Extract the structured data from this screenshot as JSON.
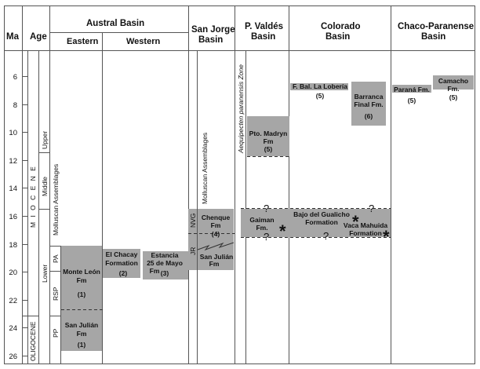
{
  "headers": {
    "ma": "Ma",
    "age": "Age",
    "austral": "Austral Basin",
    "eastern": "Eastern",
    "western": "Western",
    "san_jorge_1": "San Jorge",
    "san_jorge_2": "Basin",
    "valdes_1": "P. Valdés",
    "valdes_2": "Basin",
    "colorado_1": "Colorado",
    "colorado_2": "Basin",
    "chaco_1": "Chaco-Paranense",
    "chaco_2": "Basin"
  },
  "ticks": [
    "6",
    "8",
    "10",
    "12",
    "14",
    "16",
    "18",
    "20",
    "22",
    "24",
    "26"
  ],
  "epochs": {
    "miocene": "M I O C E N E",
    "oligocene": "OLIGOCENE",
    "upper": "Upper",
    "middle": "Middle",
    "lower": "Lower",
    "molluscan": "Molluscan  Assemblages",
    "pa": "PA",
    "rsp": "RSP",
    "pp": "PP"
  },
  "formations": {
    "monte_leon_1": "Monte León",
    "monte_leon_2": "Fm",
    "monte_leon_n": "(1)",
    "san_julian_1": "San Julián",
    "san_julian_2": "Fm",
    "san_julian_n": "(1)",
    "el_chacay_1": "El Chacay",
    "el_chacay_2": "Formation",
    "el_chacay_n": "(2)",
    "estancia_1": "Estancia",
    "estancia_2": "25 de Mayo",
    "estancia_3": "Fm",
    "estancia_n": "(3)",
    "sj_molluscan": "Molluscan Assemblages",
    "nvg": "NVG",
    "jr": "JR",
    "chenque_1": "Chenque",
    "chenque_2": "Fm",
    "chenque_n": "(4)",
    "sj_fm_1": "San Julián",
    "sj_fm_2": "Fm",
    "aequipecten": "Aequipecten paranensis Zone",
    "madryn_1": "Pto. Madryn",
    "madryn_2": "Fm",
    "madryn_n": "(5)",
    "gaiman_1": "Gaiman",
    "gaiman_2": "Fm.",
    "loberia": "F. Bal. La Lobería",
    "loberia_n": "(5)",
    "barranca_1": "Barranca",
    "barranca_2": "Final Fm.",
    "barranca_n": "(6)",
    "gualicho_1": "Bajo del Gualicho",
    "gualicho_2": "Formation",
    "vaca_1": "Vaca Mahuida",
    "vaca_2": "Formation",
    "parana": "Paraná Fm.",
    "parana_n": "(5)",
    "camacho_1": "Camacho",
    "camacho_2": "Fm.",
    "camacho_n": "(5)",
    "question": "?",
    "asterisk": "*"
  },
  "colors": {
    "fill": "#a6a6a6",
    "line": "#555555"
  }
}
